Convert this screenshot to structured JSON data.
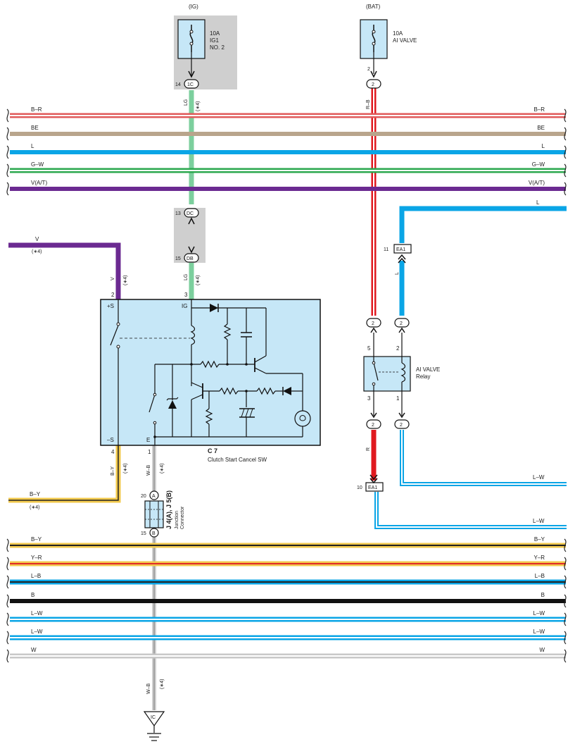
{
  "power_sources": {
    "ig": {
      "label": "(IG)",
      "fuse_rating": "10A",
      "fuse_line1": "IG1",
      "fuse_line2": "NO. 2"
    },
    "bat": {
      "label": "(BAT)",
      "fuse_rating": "10A",
      "fuse_line1": "AI VALVE"
    }
  },
  "connectors": {
    "ig_out": {
      "pin": "14",
      "id": "1C"
    },
    "bat_out": {
      "pin": "2",
      "id": "2"
    },
    "dc": {
      "pin": "13",
      "id": "DC"
    },
    "db": {
      "pin": "15",
      "id": "DB"
    },
    "ea1_top": {
      "pin": "11",
      "id": "EA1"
    },
    "ea1_bottom": {
      "pin": "10",
      "id": "EA1"
    },
    "relay_in_left": "2",
    "relay_in_right": "2",
    "relay_out_left": "2",
    "relay_out_right": "2",
    "junction_a": {
      "pin": "20",
      "id": "A"
    },
    "junction_b": {
      "pin": "15",
      "id": "B"
    },
    "ground": "IC"
  },
  "buses": [
    {
      "left": "B–R",
      "right": "B–R",
      "color": "#e05a5a",
      "stripe": "#ffffff"
    },
    {
      "left": "BE",
      "right": "BE",
      "color": "#b9a58c"
    },
    {
      "left": "L",
      "right": "L",
      "color": "#0aa5e6"
    },
    {
      "left": "G–W",
      "right": "G–W",
      "color": "#2ca84f",
      "stripe": "#ffffff"
    },
    {
      "left": "V(A/T)",
      "right": "V(A/T)",
      "color": "#6b2a91"
    }
  ],
  "bottom_buses": [
    {
      "left": "B–Y",
      "right": "B–Y",
      "color": "#f2c94c",
      "stripe": "#222222"
    },
    {
      "left": "Y–R",
      "right": "Y–R",
      "color": "#f2c94c",
      "stripe": "#e02a2a"
    },
    {
      "left": "L–B",
      "right": "L–B",
      "color": "#0aa5e6",
      "stripe": "#222222"
    },
    {
      "left": "B",
      "right": "B",
      "color": "#111111"
    },
    {
      "left": "L–W",
      "right": "L–W",
      "color": "#0aa5e6",
      "stripe": "#ffffff"
    },
    {
      "left": "L–W",
      "right": "L–W",
      "color": "#0aa5e6",
      "stripe": "#ffffff"
    },
    {
      "left": "W",
      "right": "W",
      "color": "#c8c8c8",
      "stripe": "#ffffff"
    }
  ],
  "wire_labels": {
    "lg_top": "LG",
    "lg_top_note": "(∗4)",
    "rb": "R–B",
    "l_right": "L",
    "l_vertical": "L",
    "v_left": "V",
    "v_left_note": "(∗4)",
    "v_vertical": "V",
    "v_vertical_note": "(∗4)",
    "lg_mid": "LG",
    "lg_mid_note": "(∗4)",
    "by_vertical": "B–Y",
    "by_vertical_note": "(∗4)",
    "wb_vertical": "W–B",
    "wb_vertical_note": "(∗4)",
    "by_left": "B–Y",
    "by_left_note": "(∗4)",
    "r": "R",
    "lw_mid": "L–W",
    "lw_low": "L–W",
    "wb_low": "W–B",
    "wb_low_note": "(∗4)"
  },
  "switch": {
    "code": "C 7",
    "name": "Clutch Start Cancel SW",
    "terminals": {
      "plus_s": "+S",
      "ig": "IG",
      "minus_s": "–S",
      "e": "E"
    },
    "pins": {
      "plus_s": "2",
      "ig": "3",
      "minus_s": "4",
      "e": "1"
    }
  },
  "relay": {
    "name_line1": "AI VALVE",
    "name_line2": "Relay",
    "pins": {
      "top_left": "5",
      "top_right": "2",
      "bottom_left": "3",
      "bottom_right": "1"
    }
  },
  "junction_connector": {
    "code": "J 4(A), J 5(B)",
    "line1": "Junction",
    "line2": "Connector"
  },
  "colors": {
    "component_fill": "#c6e7f7",
    "relay_box_shade": "#cfcfcf",
    "wire_lg": "#7ccf9d",
    "wire_v": "#6b2a91",
    "wire_l": "#0aa5e6",
    "wire_r": "#e0191f",
    "wire_by": "#f2c94c",
    "wire_w": "#d0d0d0"
  }
}
